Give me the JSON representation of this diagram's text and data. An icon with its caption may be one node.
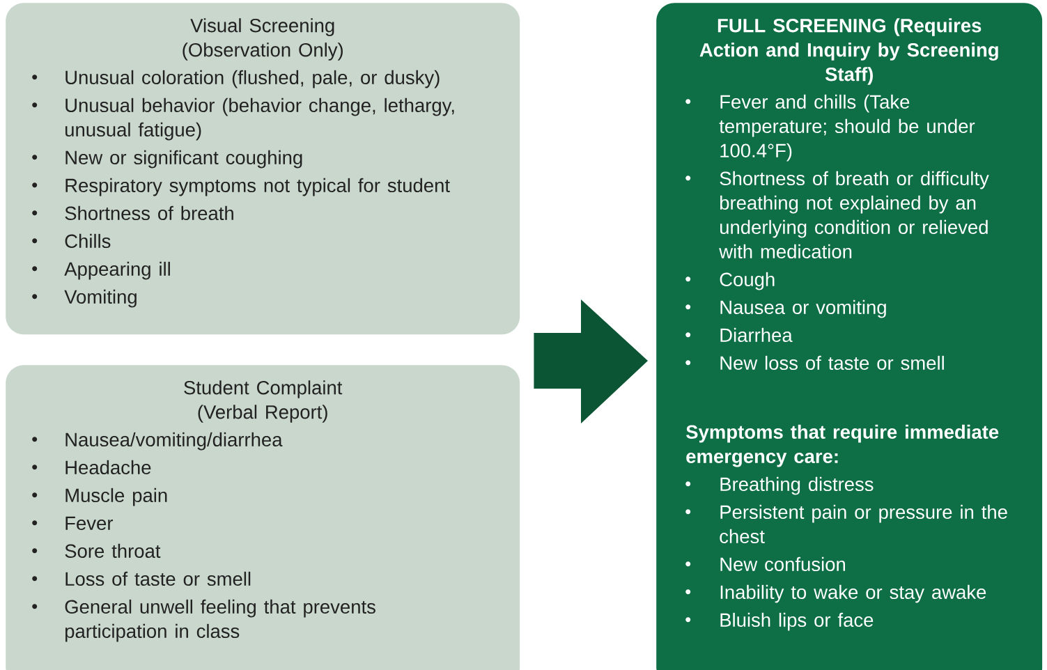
{
  "diagram": {
    "nodes": [
      {
        "text": [
          "Visual Screening (Observation Only)",
          "Unusual coloration (flushed, pale, or dusky)",
          "Unusual behavior (behavior change, lethargy, unusual fatigue)",
          "New or significant coughing",
          "Respiratory symptoms not typical for student",
          "Shortness of breath",
          "Chills",
          "Appearing ill",
          "Vomiting"
        ]
      },
      {
        "text": [
          "Student Complaint (Verbal Report)",
          "Nausea/vomiting/diarrhea",
          "Headache",
          "Muscle pain",
          "Fever",
          "Sore throat",
          "Loss of taste or smell",
          "General unwell feeling that prevents participation in class"
        ]
      },
      {
        "text": [
          "FULL SCREENING (Requires Action and Inquiry by Screening Staff)",
          "Fever and chills (Take temperature; should be under 100.4°F)",
          "Shortness of breath or difficulty breathing not explained by an underlying condition or relieved with medication",
          "Cough",
          "Nausea or vomiting",
          "Diarrhea",
          "New loss of taste or smell",
          "Symptoms that require immediate emergency care:",
          "Breathing distress",
          "Persistent pain or pressure in the chest",
          "New confusion",
          "Inability to wake or stay awake",
          "Bluish lips or face"
        ]
      }
    ],
    "edges": [
      {
        "from": 0,
        "to": 2,
        "arrow": "to"
      },
      {
        "from": 1,
        "to": 2,
        "arrow": "to"
      }
    ]
  }
}
